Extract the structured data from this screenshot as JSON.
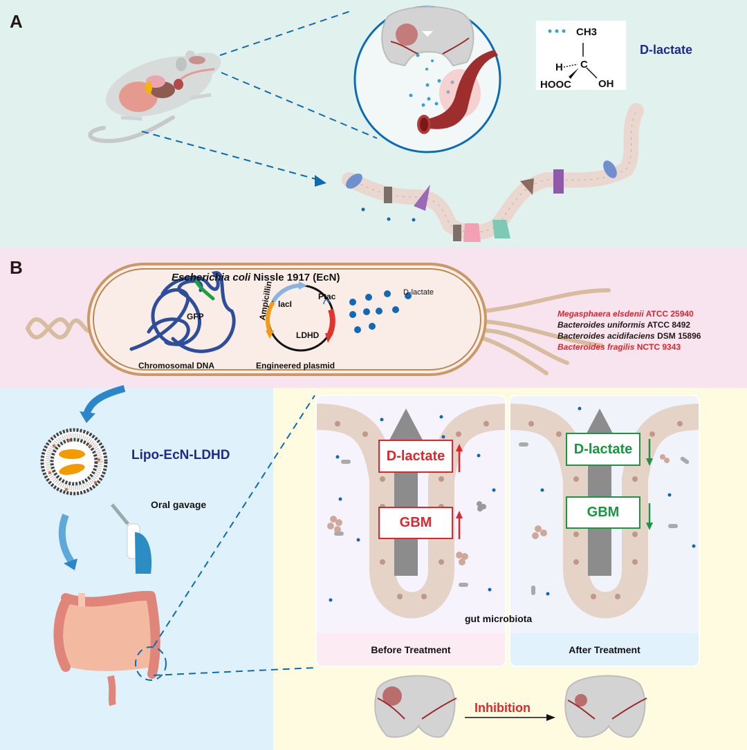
{
  "panels": {
    "a": {
      "letter": "A",
      "molecule": {
        "name": "D-lactate",
        "groups": {
          "top": "CH3",
          "center": "C",
          "left": "H",
          "bottom_left": "HOOC",
          "bottom_right": "OH"
        }
      },
      "icons": [
        "mouse-anatomy-icon",
        "brain-icon",
        "blood-vessel-icon",
        "intestinal-epithelium-icon"
      ]
    },
    "b": {
      "letter": "B",
      "bacterium_title_italic": "Escherichia coli",
      "bacterium_title_rest": " Nissle 1917 (EcN)",
      "chromosome": {
        "gene_label": "GFP",
        "caption": "Chromosomal DNA"
      },
      "plasmid": {
        "caption": "Engineered plasmid",
        "genes": {
          "laci": "lacI",
          "ptac": "Ptac",
          "ampicillin": "Ampicillin",
          "ldhd": "LDHD"
        }
      },
      "secreted_label": "D-lactate",
      "strains": [
        {
          "species": "Megasphaera elsdenii",
          "strain_id": " ATCC 25940",
          "color": "#e0262c"
        },
        {
          "species": "Bacteroides uniformis",
          "strain_id": " ATCC 8492",
          "color": "#231815"
        },
        {
          "species": "Bacteroides acidifaciens",
          "strain_id": " DSM 15896",
          "color": "#231815"
        },
        {
          "species": "Bacteroides fragilis",
          "strain_id": " NCTC 9343",
          "color": "#e0262c"
        }
      ]
    },
    "c": {
      "formulation": "Lipo-EcN-LDHD",
      "administration": "Oral gavage",
      "gut_label": "gut microbiota",
      "before": {
        "title": "Before Treatment",
        "markers": [
          {
            "label": "D-lactate",
            "direction": "up"
          },
          {
            "label": "GBM",
            "direction": "up"
          }
        ]
      },
      "after": {
        "title": "After Treatment",
        "markers": [
          {
            "label": "D-lactate",
            "direction": "down"
          },
          {
            "label": "GBM",
            "direction": "down"
          }
        ]
      },
      "outcome": "Inhibition"
    }
  },
  "colors": {
    "accent_blue": "#1f2a87",
    "dashed_line": "#0b6bb5",
    "increase_red": "#e0262c",
    "decrease_green": "#1a9642",
    "d_lactate_dot": "#1068b7"
  }
}
